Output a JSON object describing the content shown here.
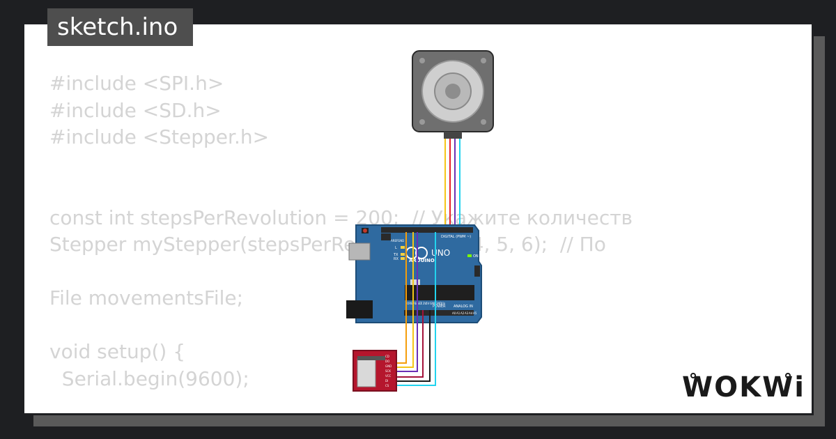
{
  "tab": {
    "filename": "sketch.ino"
  },
  "code": {
    "lines": [
      "#include <SPI.h>",
      "#include <SD.h>",
      "#include <Stepper.h>",
      "",
      "",
      "const int stepsPerRevolution = 200;  // Укажите количеств",
      "Stepper myStepper(stepsPerRevolution, 3, 4, 5, 6);  // По",
      "",
      "File movementsFile;",
      "",
      "void setup() {",
      "  Serial.begin(9600);"
    ]
  },
  "board": {
    "brand": "ARDUINO",
    "model": "UNO",
    "digital_label": "DIGITAL (PWM ~)",
    "power_label": "POWER",
    "analog_label": "ANALOG IN",
    "on_label": "ON",
    "led_labels": [
      "L",
      "TX",
      "RX"
    ],
    "header_left": [
      "AREF",
      "GND"
    ],
    "power_pins": [
      "IOREF",
      "RESET",
      "3.3V",
      "5V",
      "GND",
      "GND",
      "Vin"
    ],
    "analog_pins": [
      "A0",
      "A1",
      "A2",
      "A3",
      "A4",
      "A5"
    ]
  },
  "sd_module": {
    "pins": [
      "CD",
      "DO",
      "GND",
      "SCK",
      "VCC",
      "DI",
      "CS"
    ]
  },
  "wires": {
    "colors": {
      "yellow": "#f5c518",
      "red": "#e8212a",
      "purple": "#6b2fb5",
      "cyan": "#22d3ee",
      "darkred": "#a3123a",
      "black": "#1a1a1a",
      "orange": "#f59e0b"
    }
  },
  "brand": {
    "logo_text": "WOKWi"
  }
}
